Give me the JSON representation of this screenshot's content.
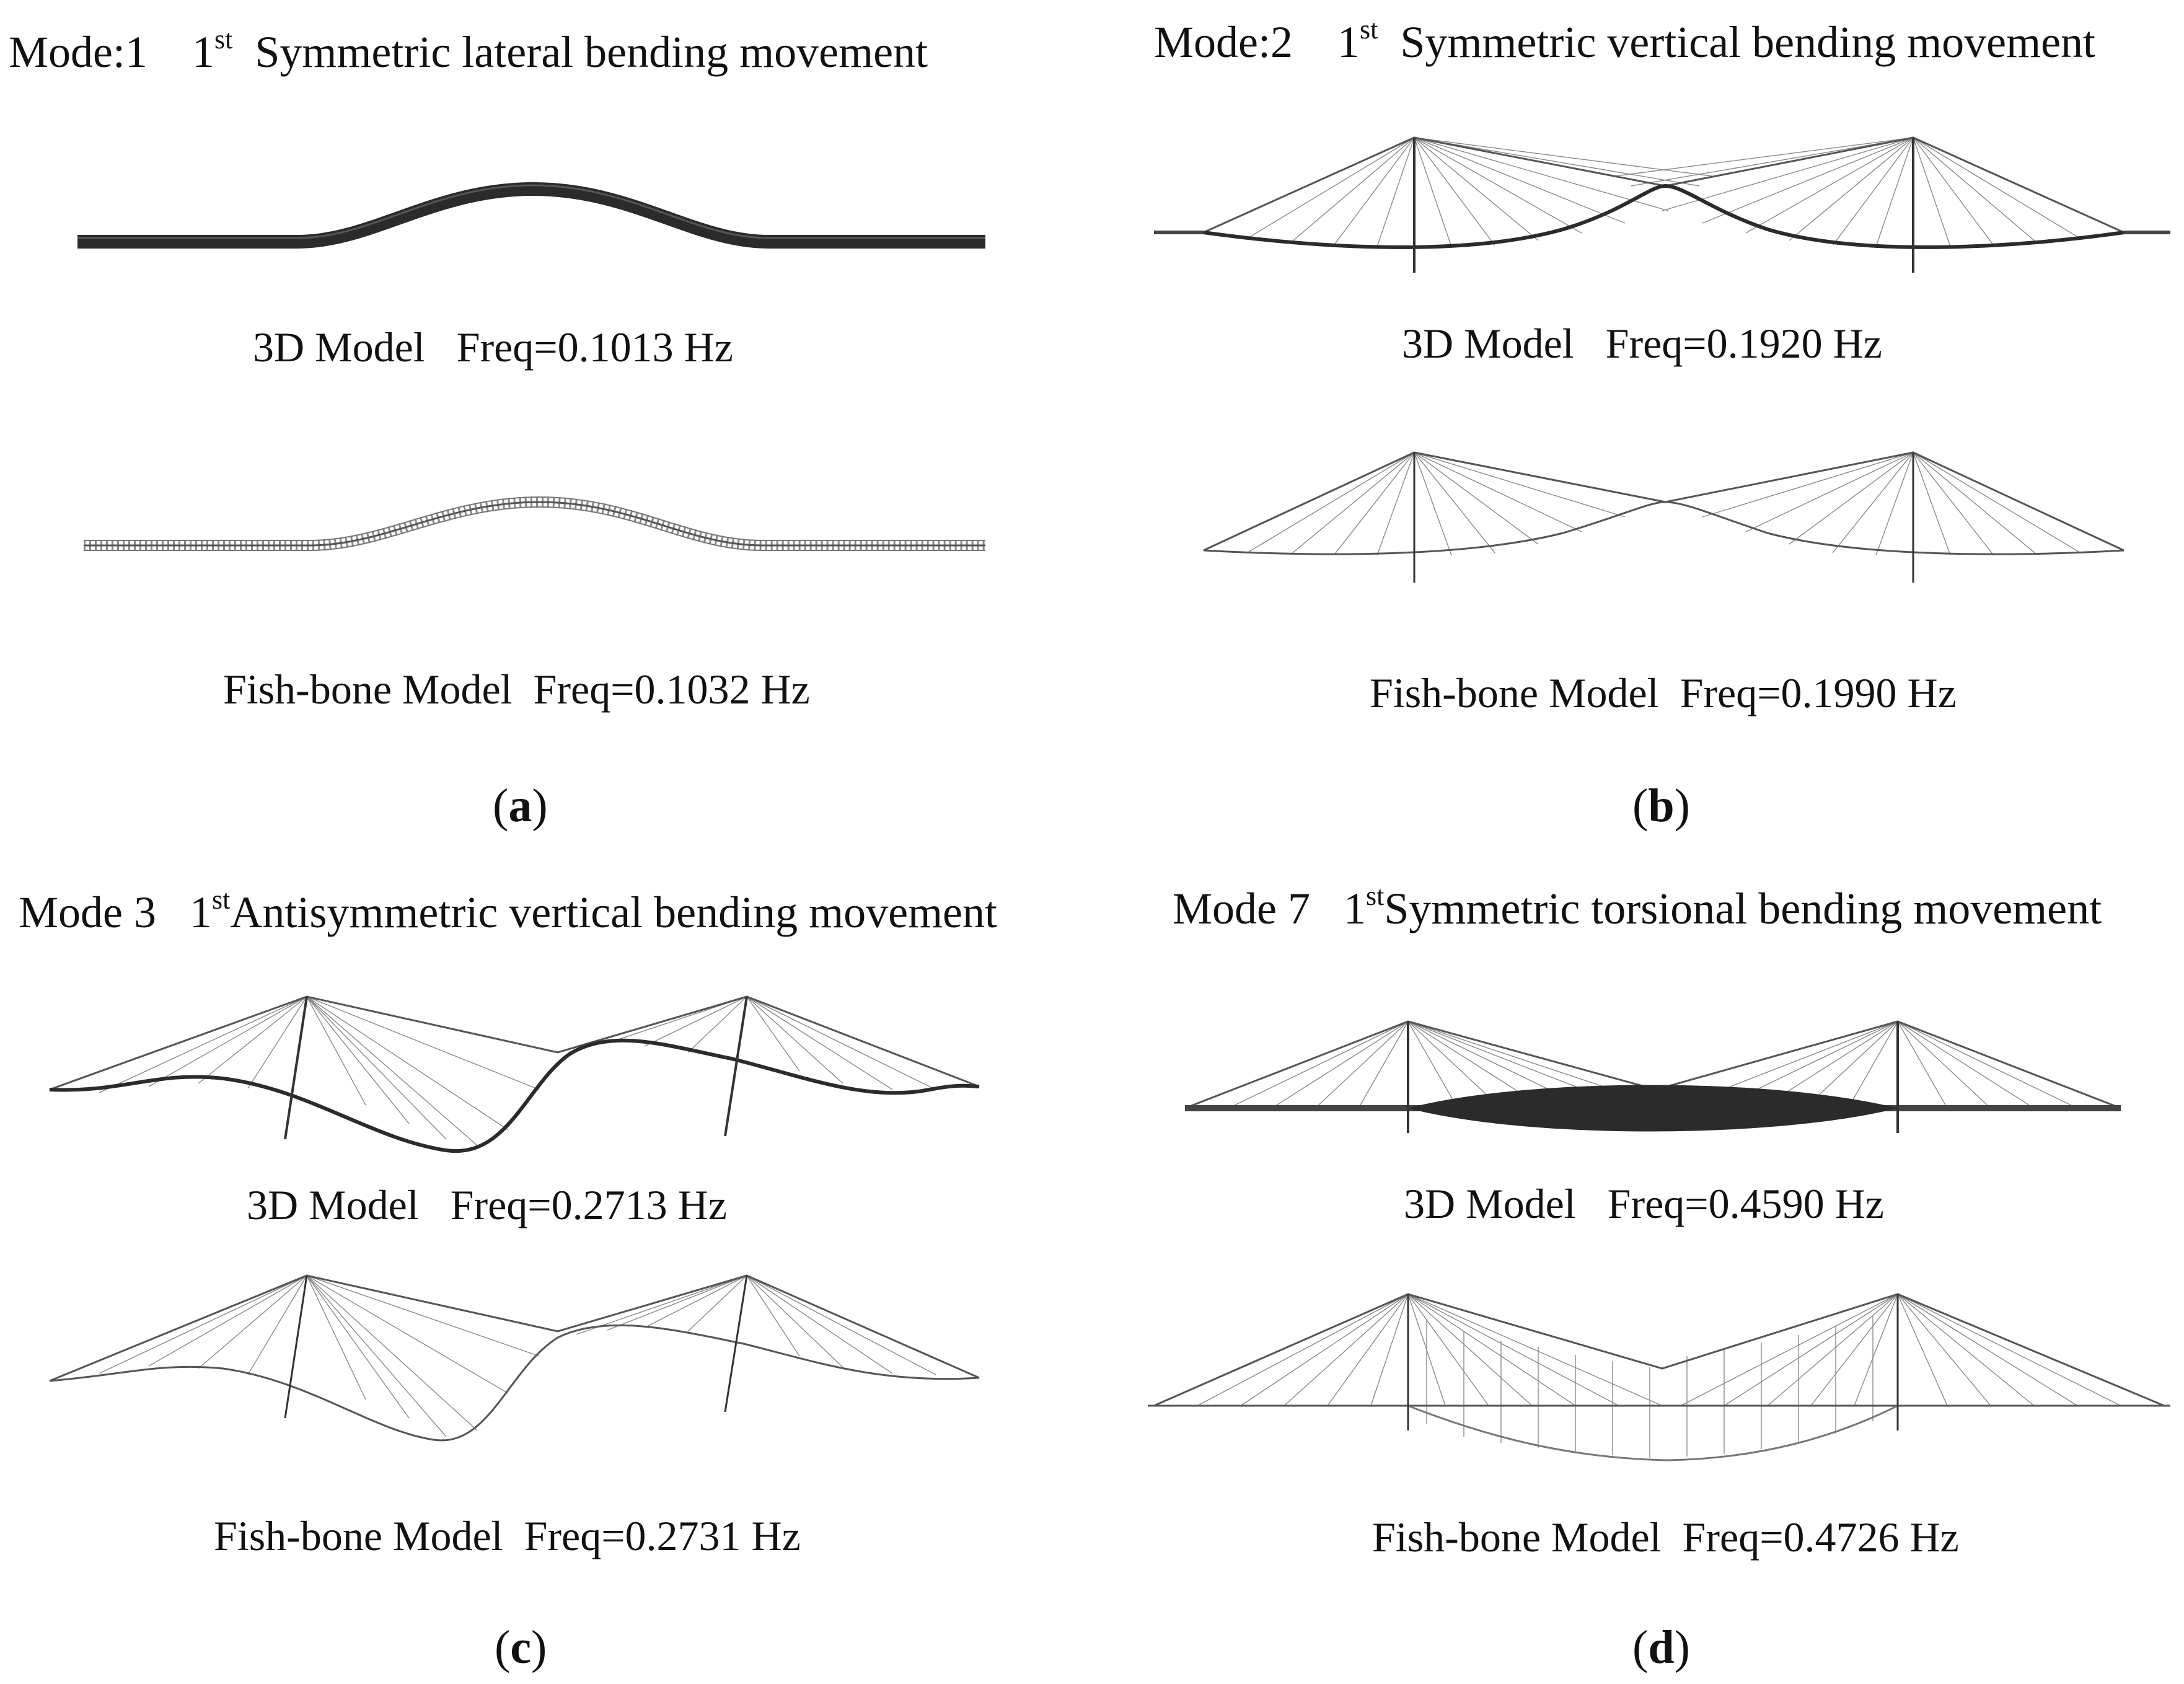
{
  "panels": [
    {
      "id": "a",
      "mode_label": "Mode:1",
      "ordinal": "1",
      "ordinal_sup": "st",
      "movement": "Symmetric lateral bending movement",
      "model_3d": "3D Model",
      "freq_3d": "Freq=0.1013 Hz",
      "model_fishbone": "Fish-bone Model",
      "freq_fishbone": "Freq=0.1032 Hz",
      "letter": "a"
    },
    {
      "id": "b",
      "mode_label": "Mode:2",
      "ordinal": "1",
      "ordinal_sup": "st",
      "movement": "Symmetric vertical bending movement",
      "model_3d": "3D Model",
      "freq_3d": "Freq=0.1920 Hz",
      "model_fishbone": "Fish-bone Model",
      "freq_fishbone": "Freq=0.1990 Hz",
      "letter": "b"
    },
    {
      "id": "c",
      "mode_label": "Mode 3",
      "ordinal": "1",
      "ordinal_sup": "st",
      "movement": "Antisymmetric vertical bending movement",
      "model_3d": "3D Model",
      "freq_3d": "Freq=0.2713 Hz",
      "model_fishbone": "Fish-bone Model",
      "freq_fishbone": "Freq=0.2731 Hz",
      "letter": "c"
    },
    {
      "id": "d",
      "mode_label": "Mode 7",
      "ordinal": "1",
      "ordinal_sup": "st",
      "movement": "Symmetric torsional  bending movement",
      "model_3d": "3D Model",
      "freq_3d": "Freq=0.4590 Hz",
      "model_fishbone": "Fish-bone Model",
      "freq_fishbone": "Freq=0.4726 Hz",
      "letter": "d"
    }
  ],
  "colors": {
    "deck_dark": "#2b2b2b",
    "cable_gray": "#7a7a7a",
    "pylon": "#333333",
    "text": "#111111"
  }
}
